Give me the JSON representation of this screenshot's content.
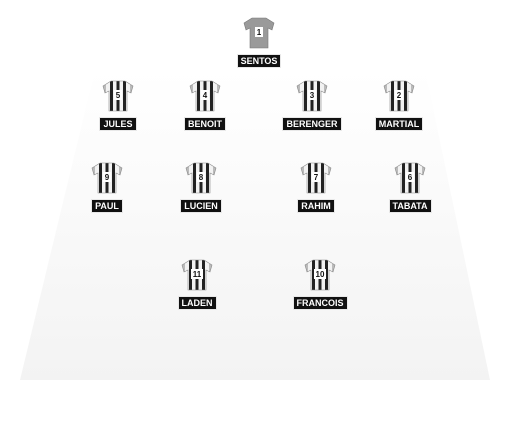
{
  "formation": {
    "players": [
      {
        "name": "SENTOS",
        "number": "1",
        "kit": "goalkeeper"
      },
      {
        "name": "JULES",
        "number": "5",
        "kit": "outfield"
      },
      {
        "name": "BENOIT",
        "number": "4",
        "kit": "outfield"
      },
      {
        "name": "BERENGER",
        "number": "3",
        "kit": "outfield"
      },
      {
        "name": "MARTIAL",
        "number": "2",
        "kit": "outfield"
      },
      {
        "name": "PAUL",
        "number": "9",
        "kit": "outfield"
      },
      {
        "name": "LUCIEN",
        "number": "8",
        "kit": "outfield"
      },
      {
        "name": "RAHIM",
        "number": "7",
        "kit": "outfield"
      },
      {
        "name": "TABATA",
        "number": "6",
        "kit": "outfield"
      },
      {
        "name": "LADEN",
        "number": "11",
        "kit": "outfield"
      },
      {
        "name": "FRANCOIS",
        "number": "10",
        "kit": "outfield"
      }
    ]
  },
  "colors": {
    "name_label_bg": "#111111",
    "name_label_text": "#ffffff",
    "goalkeeper_shirt": "#9a9a9a",
    "stripe_dark": "#222222",
    "stripe_light": "#f2f2f2"
  }
}
